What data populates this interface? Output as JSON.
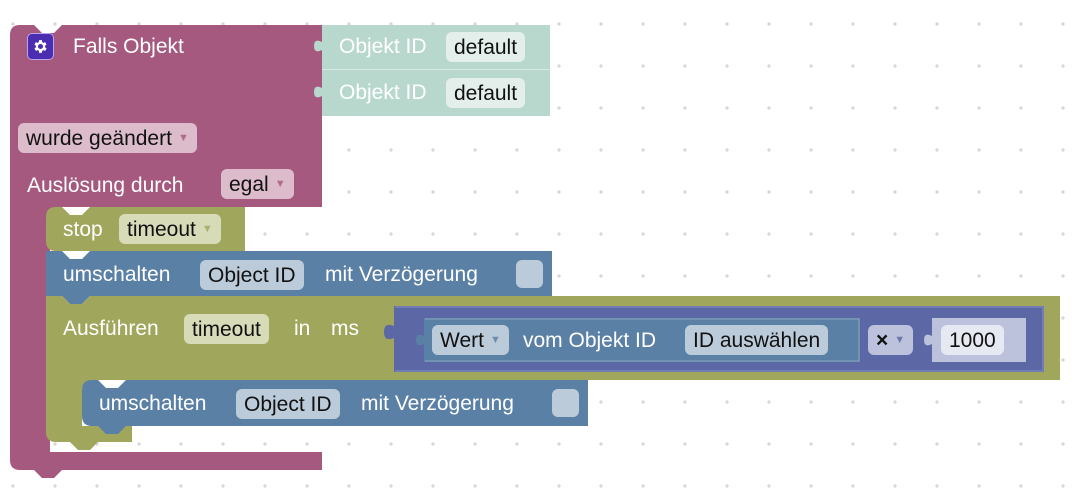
{
  "colors": {
    "event_block": "#a5597e",
    "event_field": "#dcbccb",
    "object_id_block": "#b8d8ce",
    "object_id_field": "#e4efeb",
    "timeout_block": "#a0a75c",
    "timeout_field": "#d8dbb8",
    "toggle_block": "#5b80a5",
    "toggle_field": "#bccbda",
    "math_block": "#5c68a6",
    "number_block": "#bcc1dc",
    "gear_icon_bg": "#4a2db0"
  },
  "event_block": {
    "title": "Falls Objekt",
    "icon": "gear-icon",
    "object_inputs": [
      {
        "label": "Objekt ID",
        "value": "default"
      },
      {
        "label": "Objekt ID",
        "value": "default"
      }
    ],
    "condition_dropdown": "wurde geändert",
    "trigger_label": "Auslösung durch",
    "trigger_dropdown": "egal"
  },
  "stop_block": {
    "label": "stop",
    "dropdown": "timeout"
  },
  "toggle_block_1": {
    "label": "umschalten",
    "object_field": "Object ID",
    "delay_label": "mit Verzögerung",
    "delay_checked": false
  },
  "timeout_block": {
    "label": "Ausführen",
    "name_field": "timeout",
    "in_label": "in",
    "ms_label": "ms",
    "value_block": {
      "dropdown": "Wert",
      "label": "vom Objekt ID",
      "object_field": "ID auswählen"
    },
    "operator": "×",
    "number": "1000"
  },
  "toggle_block_2": {
    "label": "umschalten",
    "object_field": "Object ID",
    "delay_label": "mit Verzögerung",
    "delay_checked": false
  }
}
